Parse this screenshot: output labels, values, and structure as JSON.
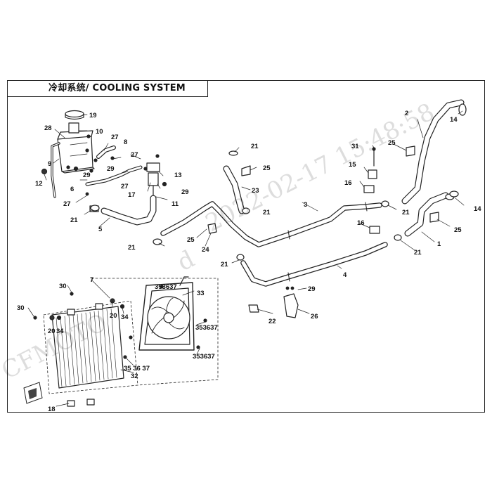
{
  "title": "冷却系统/ COOLING SYSTEM",
  "watermark": {
    "date_text": "2022-02-17 15:48:58",
    "left_text": "CFMOTO",
    "mid_text": "d"
  },
  "parts": [
    {
      "id": "p1",
      "label": "1"
    },
    {
      "id": "p2",
      "label": "2"
    },
    {
      "id": "p3",
      "label": "3"
    },
    {
      "id": "p4",
      "label": "4"
    },
    {
      "id": "p5",
      "label": "5"
    },
    {
      "id": "p6",
      "label": "6"
    },
    {
      "id": "p7",
      "label": "7"
    },
    {
      "id": "p8",
      "label": "8"
    },
    {
      "id": "p9",
      "label": "9"
    },
    {
      "id": "p10",
      "label": "10"
    },
    {
      "id": "p11",
      "label": "11"
    },
    {
      "id": "p12",
      "label": "12"
    },
    {
      "id": "p13",
      "label": "13"
    },
    {
      "id": "p14a",
      "label": "14"
    },
    {
      "id": "p14b",
      "label": "14"
    },
    {
      "id": "p15",
      "label": "15"
    },
    {
      "id": "p16a",
      "label": "16"
    },
    {
      "id": "p16b",
      "label": "16"
    },
    {
      "id": "p17",
      "label": "17"
    },
    {
      "id": "p18",
      "label": "18"
    },
    {
      "id": "p19",
      "label": "19"
    },
    {
      "id": "p20a",
      "label": "20"
    },
    {
      "id": "p20b",
      "label": "20"
    },
    {
      "id": "p21a",
      "label": "21"
    },
    {
      "id": "p21b",
      "label": "21"
    },
    {
      "id": "p21c",
      "label": "21"
    },
    {
      "id": "p21d",
      "label": "21"
    },
    {
      "id": "p21e",
      "label": "21"
    },
    {
      "id": "p21f",
      "label": "21"
    },
    {
      "id": "p21g",
      "label": "21"
    },
    {
      "id": "p21h",
      "label": "21"
    },
    {
      "id": "p22",
      "label": "22"
    },
    {
      "id": "p23",
      "label": "23"
    },
    {
      "id": "p24",
      "label": "24"
    },
    {
      "id": "p25a",
      "label": "25"
    },
    {
      "id": "p25b",
      "label": "25"
    },
    {
      "id": "p25c",
      "label": "25"
    },
    {
      "id": "p25d",
      "label": "25"
    },
    {
      "id": "p26",
      "label": "26"
    },
    {
      "id": "p27a",
      "label": "27"
    },
    {
      "id": "p27b",
      "label": "27"
    },
    {
      "id": "p27c",
      "label": "27"
    },
    {
      "id": "p27d",
      "label": "27"
    },
    {
      "id": "p28",
      "label": "28"
    },
    {
      "id": "p29a",
      "label": "29"
    },
    {
      "id": "p29b",
      "label": "29"
    },
    {
      "id": "p29c",
      "label": "29"
    },
    {
      "id": "p29d",
      "label": "29"
    },
    {
      "id": "p29e",
      "label": "29"
    },
    {
      "id": "p30a",
      "label": "30"
    },
    {
      "id": "p30b",
      "label": "30"
    },
    {
      "id": "p31",
      "label": "31"
    },
    {
      "id": "p32",
      "label": "32"
    },
    {
      "id": "p33",
      "label": "33"
    },
    {
      "id": "p34a",
      "label": "34"
    },
    {
      "id": "p34b",
      "label": "34"
    },
    {
      "id": "p353637a",
      "label": "353637"
    },
    {
      "id": "p353637b",
      "label": "353637"
    },
    {
      "id": "p353637c",
      "label": "353637"
    },
    {
      "id": "p353637d",
      "label": "35 36 37"
    }
  ]
}
